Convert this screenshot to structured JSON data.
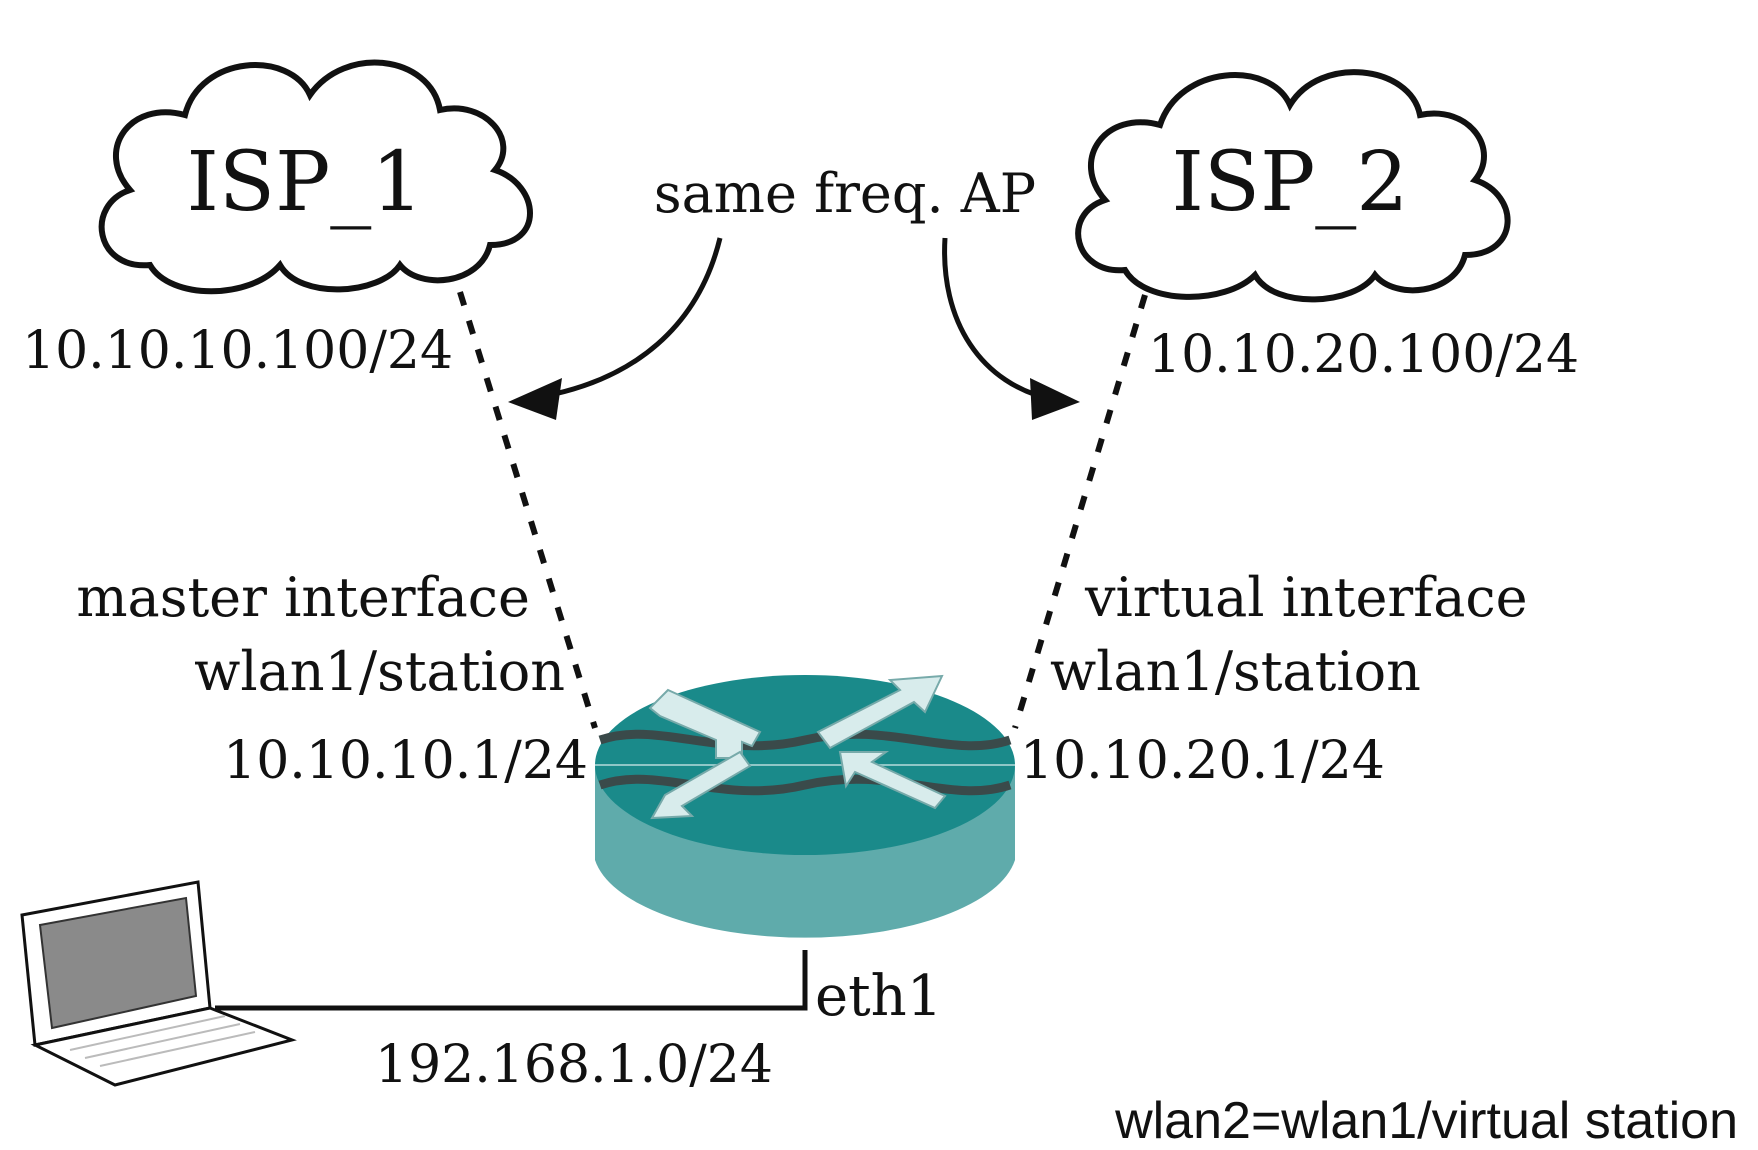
{
  "clouds": {
    "isp1": "ISP_1",
    "isp2": "ISP_2"
  },
  "annotation": "same freq. AP",
  "left": {
    "isp_ip": "10.10.10.100/24",
    "interface_line1": "master interface",
    "interface_line2": "wlan1/station",
    "interface_ip": "10.10.10.1/24"
  },
  "right": {
    "isp_ip": "10.10.20.100/24",
    "interface_line1": "virtual interface",
    "interface_line2": "wlan1/station",
    "interface_ip": "10.10.20.1/24"
  },
  "lan": {
    "port": "eth1",
    "subnet": "192.168.1.0/24"
  },
  "footnote": "wlan2=wlan1/virtual station",
  "colors": {
    "router_top": "#1a8a8a",
    "router_side": "#5fabab",
    "router_arrows": "#d8ecec",
    "laptop_screen": "#8a8a8a"
  }
}
